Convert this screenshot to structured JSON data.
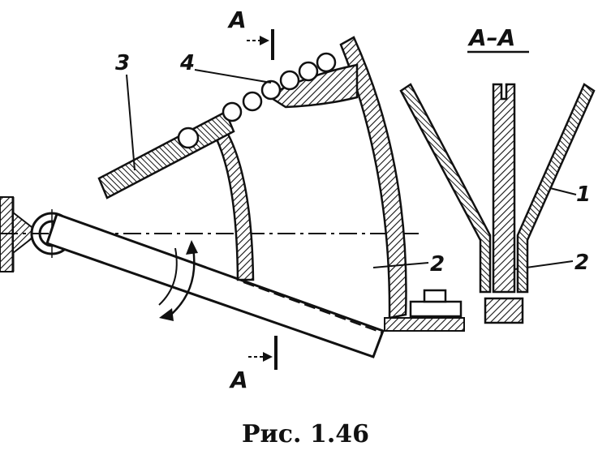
{
  "figure": {
    "labels": {
      "section_top": "A",
      "section_bottom": "A",
      "section_view_title": "A–A",
      "part_3": "3",
      "part_4": "4",
      "part_2_main": "2",
      "part_1_section": "1",
      "part_2_section": "2"
    },
    "caption": "Рис. 1.46"
  }
}
